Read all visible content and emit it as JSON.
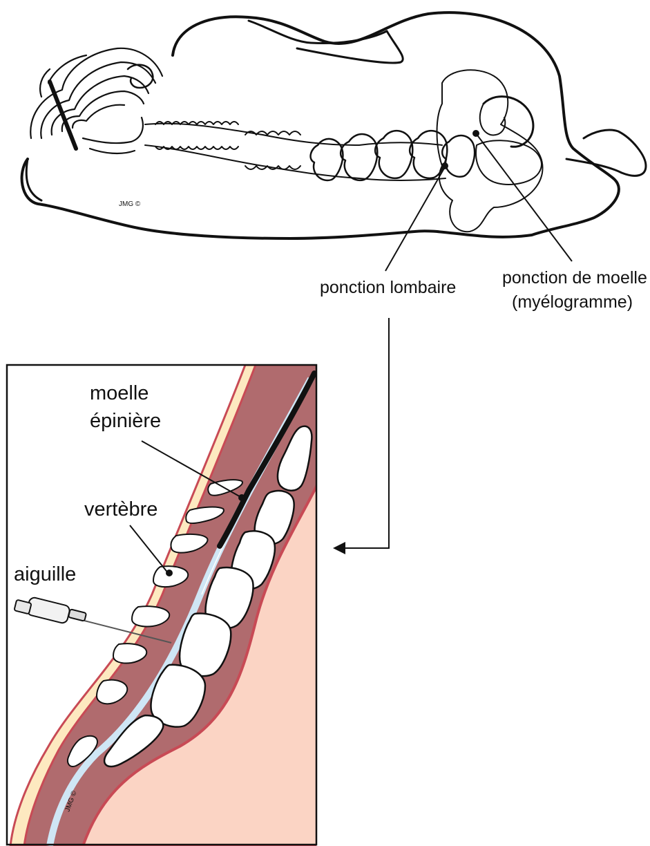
{
  "labels": {
    "lumbar_puncture": "ponction lombaire",
    "marrow_puncture_line1": "ponction de moelle",
    "marrow_puncture_line2": "(myélogramme)",
    "spinal_cord_line1": "moelle",
    "spinal_cord_line2": "épinière",
    "vertebra": "vertèbre",
    "needle": "aiguille"
  },
  "signatures": {
    "top": "JMG ©",
    "inset": "JMG ©"
  },
  "colors": {
    "outline": "#111111",
    "skin_light": "#fde9c0",
    "muscle": "#b06b6e",
    "muscle_edge": "#c84a55",
    "csf": "#cfe6f5",
    "tissue": "#fbd4c4"
  }
}
